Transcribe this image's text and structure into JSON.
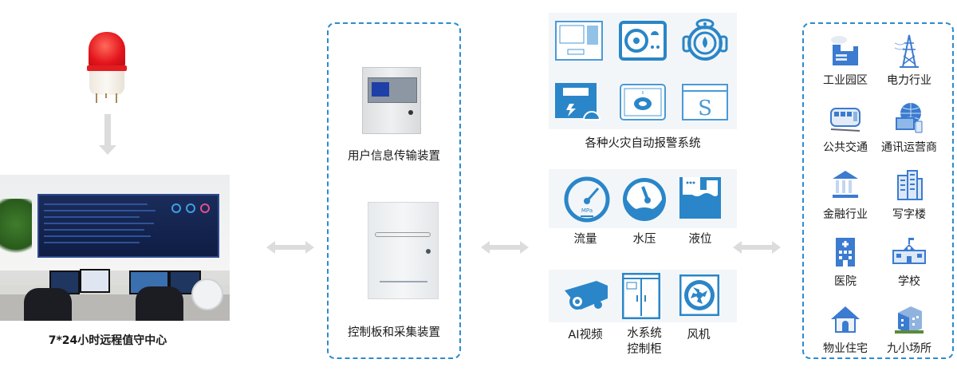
{
  "left": {
    "beacon_icon": "red-alarm-beacon",
    "photo_alt": "monitoring-center-photo",
    "caption": "7*24小时远程值守中心"
  },
  "devices": {
    "items": [
      {
        "label": "用户信息传输装置",
        "icon": "user-info-transmission-device"
      },
      {
        "label": "控制板和采集装置",
        "icon": "control-board-collector"
      }
    ]
  },
  "systems": {
    "fire_alarm_label": "各种火灾自动报警系统",
    "fire_alarm_icons": [
      "fire-alarm-panel",
      "smoke-control-panel",
      "water-flow-indicator",
      "power-monitor",
      "gas-detector",
      "s-panel"
    ],
    "sensors": [
      {
        "label": "流量",
        "icon": "flow-gauge"
      },
      {
        "label": "水压",
        "icon": "pressure-gauge"
      },
      {
        "label": "液位",
        "icon": "liquid-level-tank"
      }
    ],
    "equipment": [
      {
        "label": "AI视频",
        "icon": "cctv-camera"
      },
      {
        "label": "水系统\n控制柜",
        "label_line1": "水系统",
        "label_line2": "控制柜",
        "icon": "control-cabinet"
      },
      {
        "label": "风机",
        "icon": "fan"
      }
    ],
    "gauge_unit": "MPa"
  },
  "industries": {
    "items": [
      {
        "label": "工业园区",
        "icon": "factory"
      },
      {
        "label": "电力行业",
        "icon": "power-tower"
      },
      {
        "label": "公共交通",
        "icon": "train"
      },
      {
        "label": "通讯运营商",
        "icon": "globe-telecom"
      },
      {
        "label": "金融行业",
        "icon": "bank"
      },
      {
        "label": "写字楼",
        "icon": "office-building"
      },
      {
        "label": "医院",
        "icon": "hospital"
      },
      {
        "label": "学校",
        "icon": "school"
      },
      {
        "label": "物业住宅",
        "icon": "house"
      },
      {
        "label": "九小场所",
        "icon": "small-venue"
      }
    ]
  },
  "colors": {
    "accent": "#2b8ccd",
    "icon_blue": "#2a86c8",
    "arrow_gray": "#dcdcdc",
    "beacon_red": "#e3141c"
  }
}
